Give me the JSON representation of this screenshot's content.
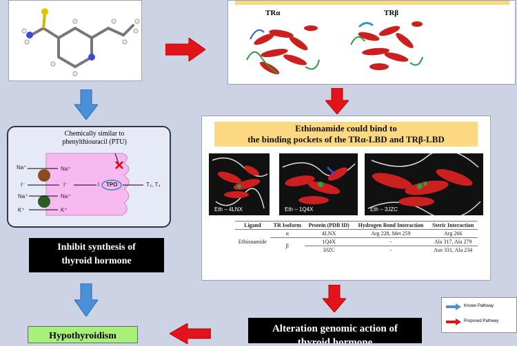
{
  "top_right": {
    "label_alpha": "TRα",
    "label_beta": "TRβ"
  },
  "ptu_label": "Chemically similar to phenylthiouracil (PTU)",
  "cell": {
    "na_in": "Na⁺",
    "na_out": "Na⁺",
    "i_left": "I⁻",
    "i_mid": "I⁻",
    "i_right": "I",
    "tpo": "TPO",
    "t_out": "T₃, T₄",
    "na2_in": "Na⁺",
    "na2_out": "Na⁺",
    "k_in": "K⁺",
    "k_out": "K⁺"
  },
  "inhibit_box": {
    "line1": "Inhibit synthesis of",
    "line2": "thyroid hormone"
  },
  "binding_banner": {
    "line1": "Ethionamide could bind to",
    "line2": "the binding pockets of the TRα-LBD and TRβ-LBD"
  },
  "structures": [
    {
      "caption": "Eth – 4LNX"
    },
    {
      "caption": "Eth – 1Q4X"
    },
    {
      "caption": "Eth – 3JZC"
    }
  ],
  "table": {
    "headers": [
      "Ligand",
      "TR Isoform",
      "Protein (PDB ID)",
      "Hydrogen Bond Interaction",
      "Steric Interaction"
    ],
    "ligand": "Ethionamide",
    "alpha": "α",
    "beta": "β",
    "rows": [
      {
        "pdb": "4LNX",
        "hbond": "Arg 228, Met 259",
        "steric": "Arg 266"
      },
      {
        "pdb": "1Q4X",
        "hbond": "-",
        "steric": "Ala 317, Ala 279"
      },
      {
        "pdb": "3JZC",
        "hbond": "-",
        "steric": "Asn 331, Ala 234"
      }
    ]
  },
  "hypothyroidism": "Hypothyroidism",
  "alteration": {
    "line1": "Alteration genomic action of",
    "line2": "thyroid hormone"
  },
  "legend": {
    "known": "Known Pathway",
    "proposed": "Proposed Pathway"
  },
  "colors": {
    "background": "#ccd3e4",
    "known_arrow": "#4a90d9",
    "proposed_arrow": "#e0141a",
    "banner": "#fcd980",
    "hypothyroidism": "#a9f07a",
    "helix": "#cc1f1f"
  }
}
